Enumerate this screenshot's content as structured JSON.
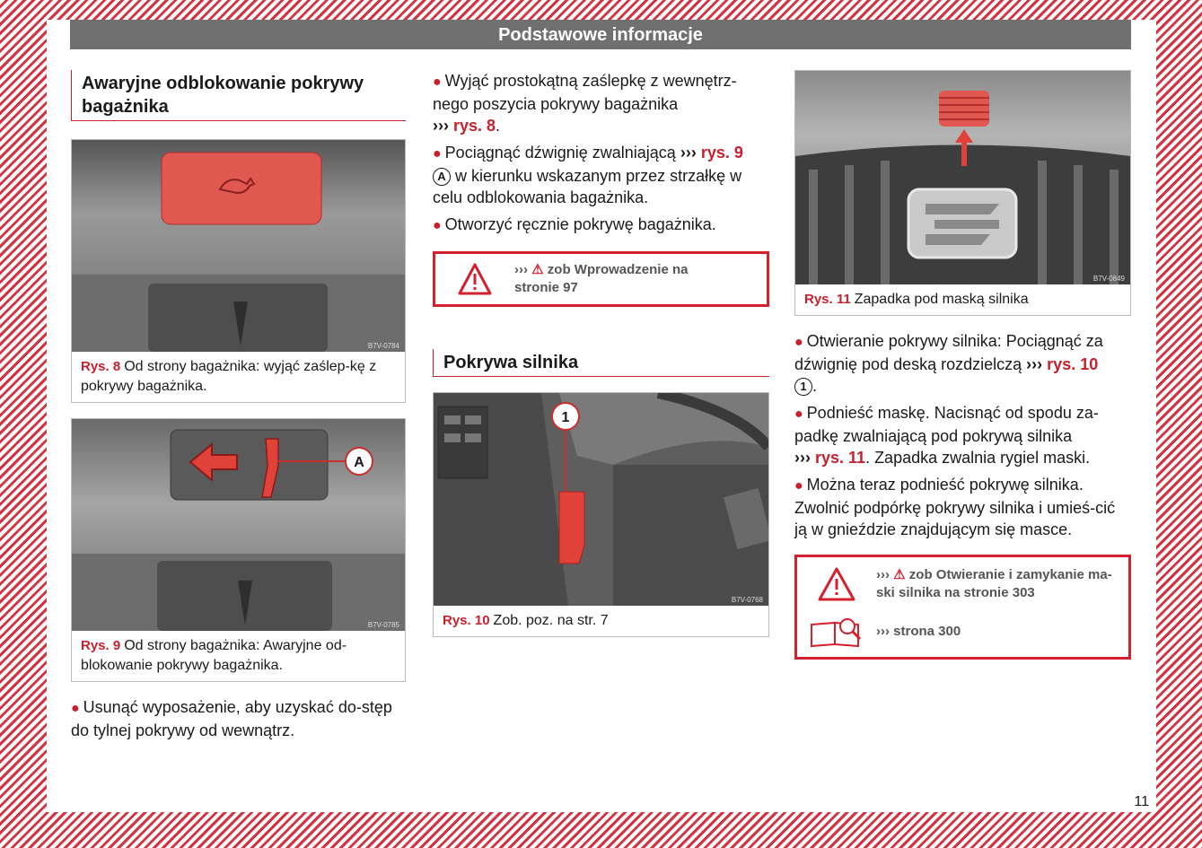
{
  "header": {
    "title": "Podstawowe informacje"
  },
  "col1": {
    "section_title": "Awaryjne odblokowanie pokrywy bagażnika",
    "fig8": {
      "code": "B7V-0784",
      "rys": "Rys. 8",
      "caption": "Od strony bagażnika: wyjąć zaślep-kę z pokrywy bagażnika."
    },
    "fig9": {
      "code": "B7V-0785",
      "rys": "Rys. 9",
      "caption": "Od strony bagażnika: Awaryjne od-blokowanie pokrywy bagażnika.",
      "label_a": "A"
    },
    "para1": "Usunąć wyposażenie, aby uzyskać do-stęp do tylnej pokrywy od wewnątrz."
  },
  "col2": {
    "b1_text": "Wyjąć prostokątną zaślepkę z wewnętrz-nego poszycia pokrywy bagażnika",
    "b1_ref": "rys. 8",
    "b2_text": "Pociągnąć dźwignię zwalniającą",
    "b2_ref": "rys. 9",
    "b2_circle": "A",
    "b2_text2": "w kierunku wskazanym przez strzałkę w celu odblokowania bagażnika.",
    "b3_text": "Otworzyć ręcznie pokrywę bagażnika.",
    "warn_text": "zob Wprowadzenie na stronie 97",
    "section_title": "Pokrywa silnika",
    "fig10": {
      "code": "B7V-0768",
      "rys": "Rys. 10",
      "caption": "Zob. poz. na str. 7",
      "label_1": "1"
    }
  },
  "col3": {
    "fig11": {
      "code": "B7V-0849",
      "rys": "Rys. 11",
      "caption": "Zapadka pod maską silnika"
    },
    "b1_text": "Otwieranie pokrywy silnika: Pociągnąć za dźwignię pod deską rozdzielczą",
    "b1_ref": "rys. 10",
    "b1_circle": "1",
    "b2_text": "Podnieść maskę. Nacisnąć od spodu za-padkę zwalniającą pod pokrywą silnika",
    "b2_ref": "rys. 11",
    "b2_text2": ". Zapadka zwalnia rygiel maski.",
    "b3_text": "Można teraz podnieść pokrywę silnika. Zwolnić podpórkę pokrywy silnika i umieś-cić ją w gnieździe znajdującym się masce.",
    "warn_text": "zob Otwieranie i zamykanie ma-ski silnika na stronie 303",
    "book_text": "strona 300"
  },
  "page_number": "11",
  "arrows_glyph": "›››",
  "colors": {
    "accent": "#c8202e",
    "header_bg": "#707070"
  }
}
